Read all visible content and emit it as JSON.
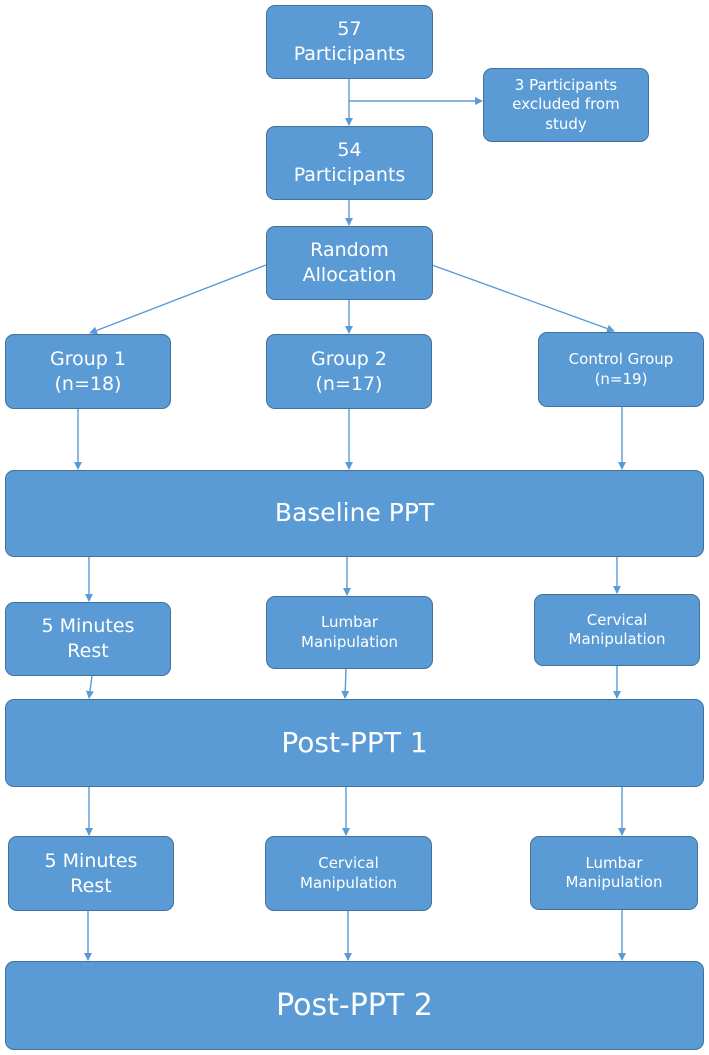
{
  "colors": {
    "box_fill": "#5b9bd5",
    "box_border": "#41719c",
    "arrow": "#5b9bd5",
    "text": "#ffffff"
  },
  "nodes": {
    "participants_57": "57\nParticipants",
    "excluded": "3 Participants\nexcluded from\nstudy",
    "participants_54": "54\nParticipants",
    "random_allocation": "Random\nAllocation",
    "group_1": "Group 1\n(n=18)",
    "group_2": "Group 2\n(n=17)",
    "control_group": "Control Group\n(n=19)",
    "baseline_ppt": "Baseline PPT",
    "g1_rest_1": "5 Minutes\nRest",
    "g2_lumbar_1": "Lumbar\nManipulation",
    "cg_cervical_1": "Cervical\nManipulation",
    "post_ppt_1": "Post-PPT 1",
    "g1_rest_2": "5 Minutes\nRest",
    "g2_cervical_2": "Cervical\nManipulation",
    "cg_lumbar_2": "Lumbar\nManipulation",
    "post_ppt_2": "Post-PPT 2"
  }
}
